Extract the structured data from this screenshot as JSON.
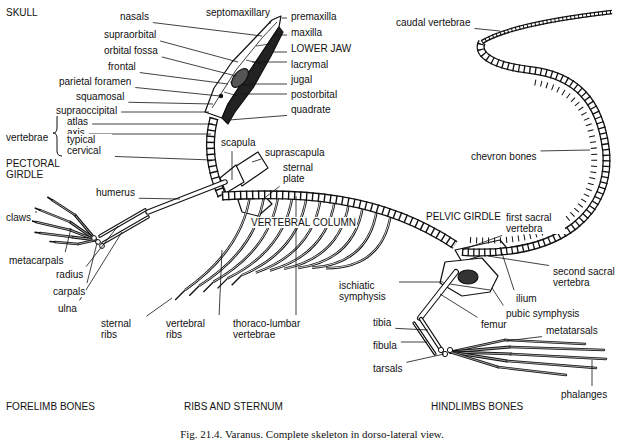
{
  "diagram": {
    "caption": "Fig. 21.4. Varanus. Complete skeleton in dorso-lateral view.",
    "labels": [
      "SKULL",
      "nasals",
      "septomaxillary",
      "premaxilla",
      "supraorbital",
      "maxilla",
      "orbital fossa",
      "LOWER JAW",
      "frontal",
      "lacrymal",
      "parietal foramen",
      "jugal",
      "squamosal",
      "postorbital",
      "supraoccipital",
      "quadrate",
      "vertebrae",
      "atlas",
      "axis",
      "typical cervical",
      "PECTORAL GIRDLE",
      "scapula",
      "suprascapula",
      "humerus",
      "sternal plate",
      "claws",
      "VERTEBRAL COLUMN",
      "PELVIC GIRDLE",
      "caudal vertebrae",
      "chevron bones",
      "first sacral vertebra",
      "metacarpals",
      "radius",
      "carpals",
      "ulna",
      "ischiatic symphysis",
      "second sacral vertebra",
      "ilium",
      "pubic symphysis",
      "tibia",
      "femur",
      "metatarsals",
      "fibula",
      "tarsals",
      "sternal ribs",
      "vertebral ribs",
      "thoraco-lumbar vertebrae",
      "phalanges",
      "FORELIMB BONES",
      "RIBS AND STERNUM",
      "HINDLIMBS BONES"
    ]
  }
}
